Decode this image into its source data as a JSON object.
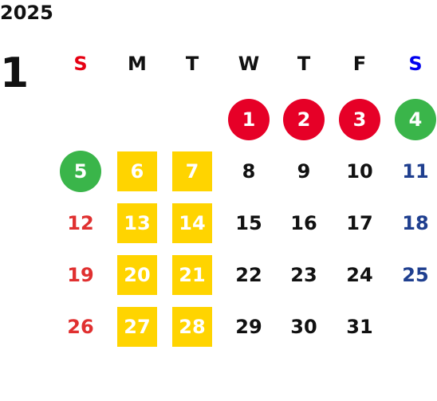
{
  "year": "2025",
  "month": "1",
  "colors": {
    "sunday_header": "#e60012",
    "saturday_header": "#0000ee",
    "weekday_text": "#111111",
    "sunday_text": "#e03030",
    "saturday_text": "#1f3f8f",
    "holiday_circle": "#e60027",
    "green_circle": "#3ab54a",
    "yellow_square": "#ffd400",
    "on_mark_text": "#ffffff"
  },
  "weekdays": [
    "S",
    "M",
    "T",
    "W",
    "T",
    "F",
    "S"
  ],
  "weeks": [
    [
      null,
      null,
      null,
      {
        "d": "1",
        "mark": "red-circle"
      },
      {
        "d": "2",
        "mark": "red-circle"
      },
      {
        "d": "3",
        "mark": "red-circle"
      },
      {
        "d": "4",
        "mark": "green-circle"
      }
    ],
    [
      {
        "d": "5",
        "mark": "green-circle"
      },
      {
        "d": "6",
        "mark": "yellow-square"
      },
      {
        "d": "7",
        "mark": "yellow-square"
      },
      {
        "d": "8"
      },
      {
        "d": "9"
      },
      {
        "d": "10"
      },
      {
        "d": "11"
      }
    ],
    [
      {
        "d": "12"
      },
      {
        "d": "13",
        "mark": "yellow-square"
      },
      {
        "d": "14",
        "mark": "yellow-square"
      },
      {
        "d": "15"
      },
      {
        "d": "16"
      },
      {
        "d": "17"
      },
      {
        "d": "18"
      }
    ],
    [
      {
        "d": "19"
      },
      {
        "d": "20",
        "mark": "yellow-square"
      },
      {
        "d": "21",
        "mark": "yellow-square"
      },
      {
        "d": "22"
      },
      {
        "d": "23"
      },
      {
        "d": "24"
      },
      {
        "d": "25"
      }
    ],
    [
      {
        "d": "26"
      },
      {
        "d": "27",
        "mark": "yellow-square"
      },
      {
        "d": "28",
        "mark": "yellow-square"
      },
      {
        "d": "29"
      },
      {
        "d": "30"
      },
      {
        "d": "31"
      },
      null
    ]
  ]
}
